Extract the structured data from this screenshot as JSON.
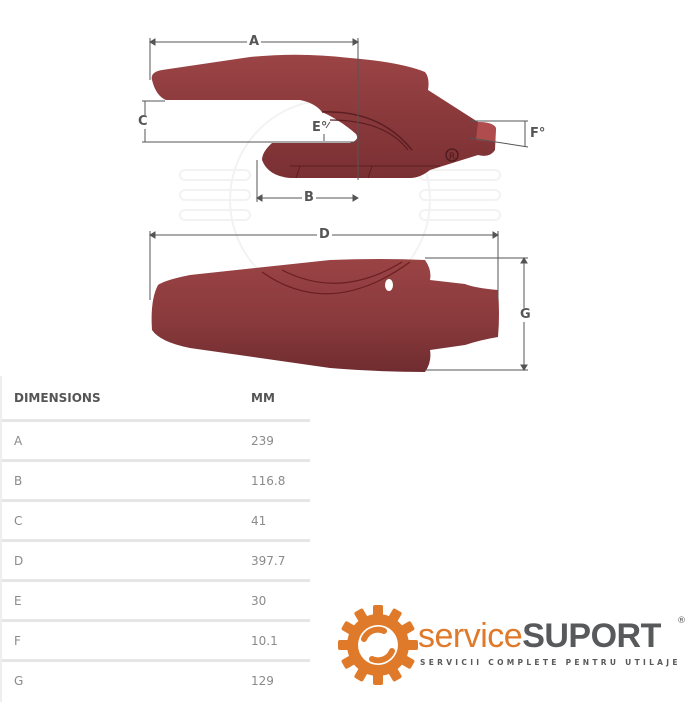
{
  "diagram": {
    "labels": {
      "A": "A",
      "B": "B",
      "C": "C",
      "D": "D",
      "E": "E°",
      "F": "F°",
      "G": "G"
    },
    "registered_mark": "®",
    "part_color": "#8b3a3c",
    "dimension_line_color": "#555555"
  },
  "table": {
    "headers": [
      "DIMENSIONS",
      "MM"
    ],
    "rows": [
      {
        "dimension": "A",
        "mm": "239"
      },
      {
        "dimension": "B",
        "mm": "116.8"
      },
      {
        "dimension": "C",
        "mm": "41"
      },
      {
        "dimension": "D",
        "mm": "397.7"
      },
      {
        "dimension": "E",
        "mm": "30"
      },
      {
        "dimension": "F",
        "mm": "10.1"
      },
      {
        "dimension": "G",
        "mm": "129"
      }
    ]
  },
  "logo": {
    "brand_light": "service",
    "brand_bold": "SUPORT",
    "registered": "®",
    "tagline": "SERVICII COMPLETE PENTRU UTILAJE",
    "orange": "#e07a2b",
    "gray": "#58595b"
  }
}
